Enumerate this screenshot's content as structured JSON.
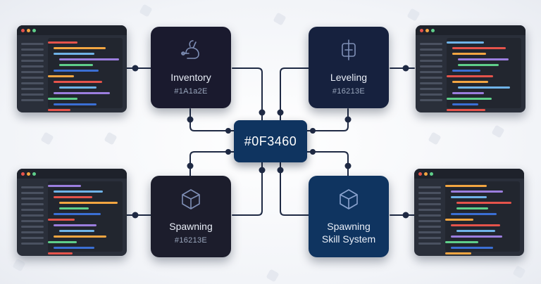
{
  "nodes": {
    "inventory": {
      "title": "Inventory",
      "subtitle": "#1A1a2E",
      "fill": "#1a1a2e",
      "icon": "rabbit-icon"
    },
    "leveling": {
      "title": "Leveling",
      "subtitle": "#16213E",
      "fill": "#16213e",
      "icon": "tool-icon"
    },
    "spawning": {
      "title": "Spawning",
      "subtitle": "#16213E",
      "fill": "#1c1d2c",
      "icon": "unity-icon"
    },
    "skill_system": {
      "title": "Spawning",
      "subtitle": "Skill System",
      "fill": "#0f3460",
      "icon": "unity-icon"
    }
  },
  "hub": {
    "label": "#0F3460",
    "fill": "#0f3460"
  },
  "colors": {
    "wire": "#1f2a44",
    "code_tokens": [
      "#e5534b",
      "#f2a541",
      "#6fb3e8",
      "#9b7ede",
      "#5fcf8a",
      "#3b6fd4"
    ]
  }
}
